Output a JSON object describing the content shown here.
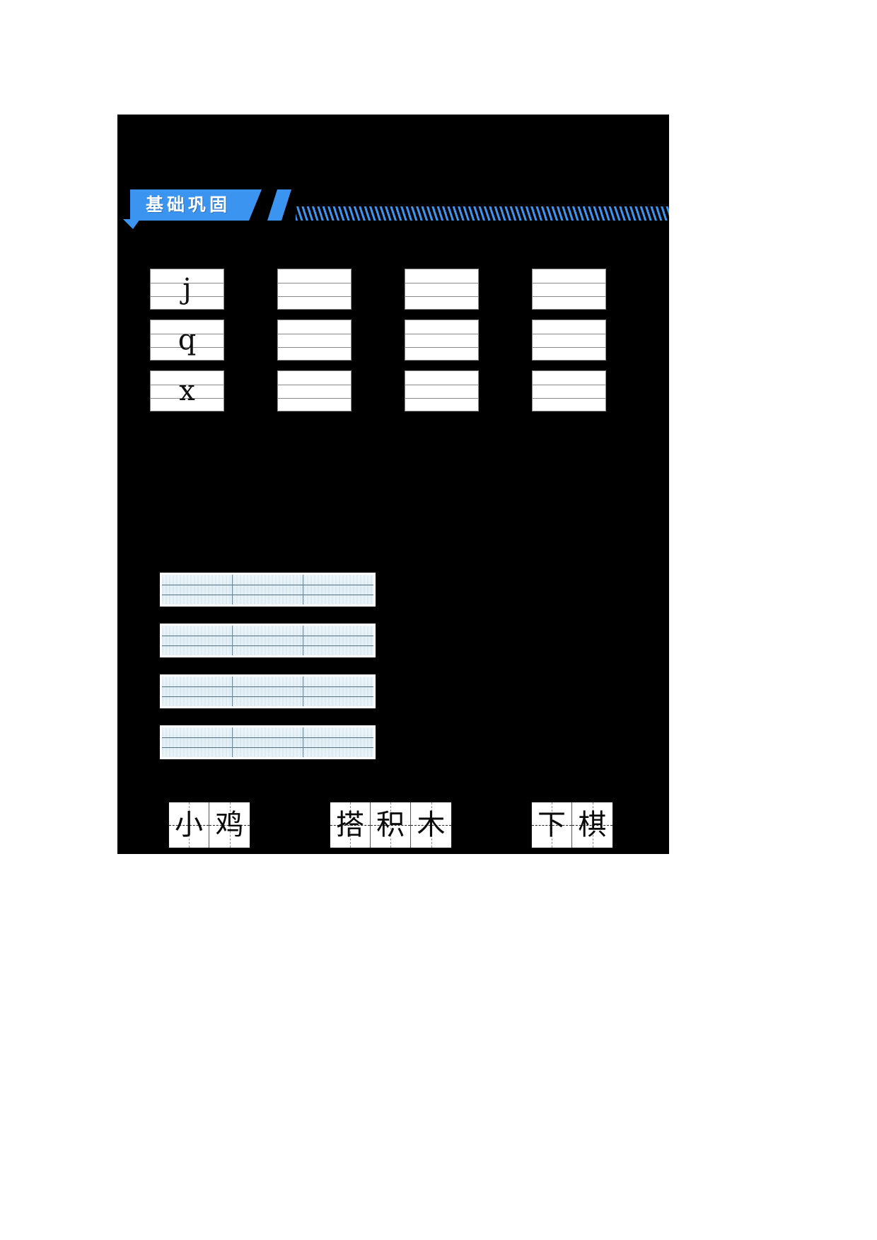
{
  "page": {
    "background_color": "#000000",
    "sheet_background": "#000000",
    "outer_background": "#ffffff"
  },
  "banner": {
    "title": "基础巩固",
    "accent_color": "#3b95f0",
    "title_color": "#ffffff",
    "stripe_pattern": "diagonal-stripes"
  },
  "pinyin_practice": {
    "rows": [
      {
        "letter": "j",
        "cells": [
          "j",
          "",
          "",
          "",
          ""
        ]
      },
      {
        "letter": "q",
        "cells": [
          "q",
          "",
          "",
          "",
          ""
        ]
      },
      {
        "letter": "x",
        "cells": [
          "x",
          "",
          "",
          "",
          ""
        ]
      }
    ]
  },
  "tinted_practice": {
    "rows": [
      {
        "cells": [
          "",
          "",
          ""
        ]
      },
      {
        "cells": [
          "",
          "",
          ""
        ]
      },
      {
        "cells": [
          "",
          "",
          ""
        ]
      },
      {
        "cells": [
          "",
          "",
          ""
        ]
      }
    ]
  },
  "character_practice": {
    "groups": [
      {
        "word": "小鸡",
        "chars": [
          "小",
          "鸡"
        ]
      },
      {
        "word": "搭积木",
        "chars": [
          "搭",
          "积",
          "木"
        ]
      },
      {
        "word": "下棋",
        "chars": [
          "下",
          "棋"
        ]
      }
    ]
  }
}
